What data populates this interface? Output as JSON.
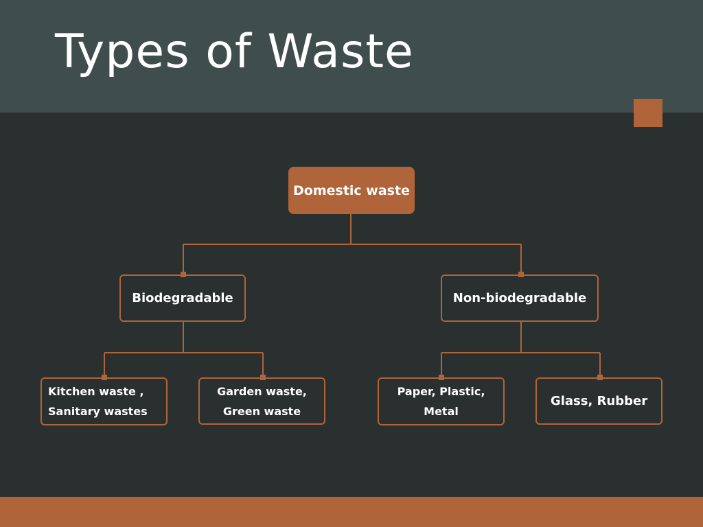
{
  "slide": {
    "title": "Types of Waste"
  },
  "colors": {
    "header_bg": "#3f4d4c",
    "body_bg": "#2a302f",
    "accent": "#b0643a",
    "text": "#ffffff"
  },
  "tree": {
    "root": "Domestic waste",
    "biodegradable": {
      "label": "Biodegradable",
      "children": [
        "Kitchen waste ,\nSanitary wastes",
        "Garden waste,\nGreen waste"
      ]
    },
    "non_biodegradable": {
      "label": "Non-biodegradable",
      "children": [
        "Paper, Plastic,\nMetal",
        "Glass, Rubber"
      ]
    }
  }
}
